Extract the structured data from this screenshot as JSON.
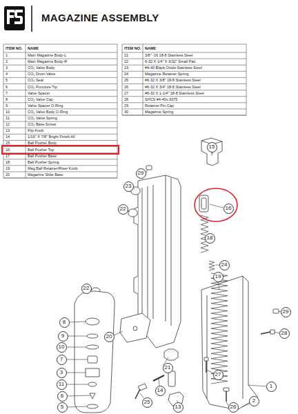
{
  "diagram": {
    "title": "MAGAZINE ASSEMBLY",
    "nodes": [
      {
        "text": [
          "15"
        ]
      },
      {
        "text": [
          "16"
        ]
      },
      {
        "text": [
          "29"
        ]
      },
      {
        "text": [
          "23"
        ]
      },
      {
        "text": [
          "18"
        ]
      },
      {
        "text": [
          "22"
        ]
      },
      {
        "text": [
          "24"
        ]
      },
      {
        "text": [
          "19"
        ]
      },
      {
        "text": [
          "22"
        ]
      },
      {
        "text": [
          "29"
        ]
      },
      {
        "text": [
          "28"
        ]
      },
      {
        "text": [
          "20"
        ]
      },
      {
        "text": [
          "8"
        ]
      },
      {
        "text": [
          "9"
        ]
      },
      {
        "text": [
          "10"
        ]
      },
      {
        "text": [
          "7"
        ]
      },
      {
        "text": [
          "3"
        ]
      },
      {
        "text": [
          "21"
        ]
      },
      {
        "text": [
          "11"
        ]
      },
      {
        "text": [
          "27"
        ]
      },
      {
        "text": [
          "1"
        ]
      },
      {
        "text": [
          "14"
        ]
      },
      {
        "text": [
          "6"
        ]
      },
      {
        "text": [
          "25"
        ]
      },
      {
        "text": [
          "2"
        ]
      },
      {
        "text": [
          "26"
        ]
      },
      {
        "text": [
          "13"
        ]
      },
      {
        "text": [
          "5"
        ]
      }
    ],
    "labels": [
      "ITEM NO.",
      "NAME",
      "1",
      "Main Magazine Body-L",
      "2",
      "Main Magazine Body-R",
      "3",
      "CO₂ Valve Body",
      "4",
      "CO₂ Drum Valve",
      "5",
      "CO₂ Seal",
      "6",
      "CO₂ Puncture Tip",
      "7",
      "Valve Spacer",
      "8",
      "CO₂ Valve Cap",
      "9",
      "Valve Spacer O-Ring",
      "10",
      "CO₂ Valve Body O-Ring",
      "11",
      "CO₂ Valve Spring",
      "12",
      "CO₂ Base Screw",
      "13",
      "Flip Knob",
      "14",
      "1/16\" X 7/8\" Bright Finish All",
      "15",
      "Ball Pusher Body",
      "16",
      "Ball Pusher Top",
      "17",
      "Ball Pusher Base",
      "18",
      "Ball Pusher Spring",
      "19",
      "Mag Ball Retainer/Riser Knob",
      "20",
      "Magazine Slide Base",
      "ITEM NO.",
      "NAME",
      "21",
      "3/8\" -16 18-8 Stainless Steel",
      "22",
      "6-32 X 1/4\" X 3/32\" Small Patt",
      "23",
      "#4-40 Black Oxide Stainless Steel",
      "24",
      "Magazine Retainer Spring",
      "25",
      "#6-32 X 3/8\" 18-8 Stainless Steel",
      "26",
      "#6-32 X 3/4\" 18-8 Stainless Steel",
      "27",
      "#6-32 X 1-1/4\" 18-8 Stainless Steel",
      "28",
      "SHCS #4-40x.9375",
      "29",
      "Retainer Pin Cap",
      "30",
      "Magazine Spring"
    ]
  }
}
